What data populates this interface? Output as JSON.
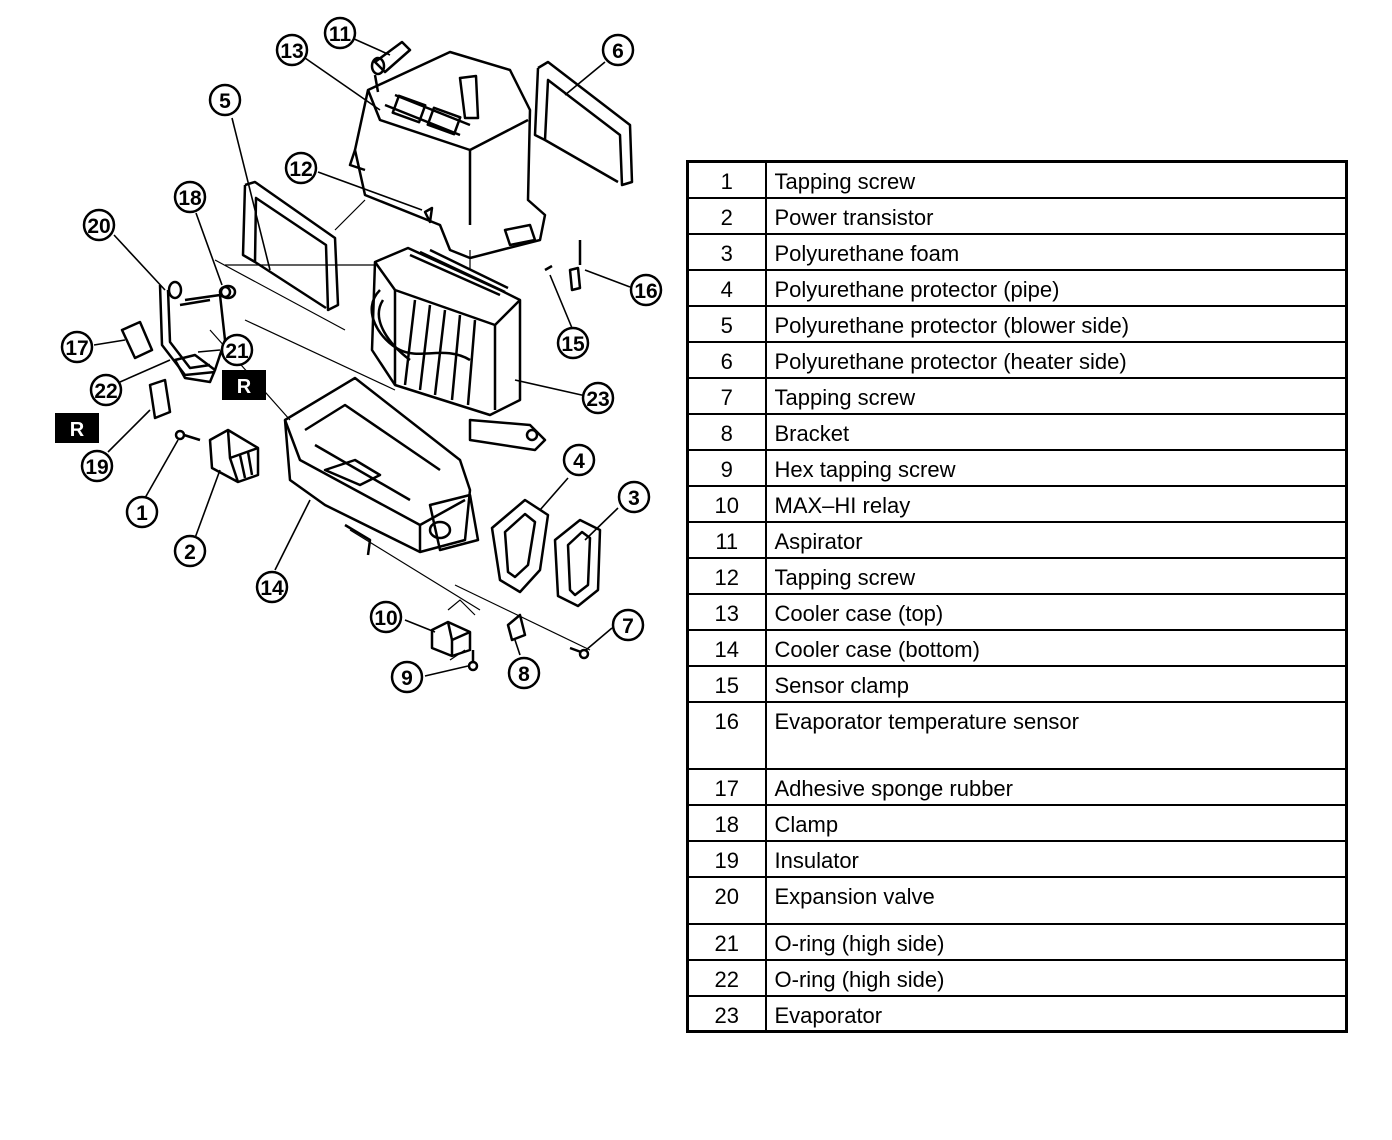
{
  "badge_label": "R",
  "parts": [
    {
      "num": "1",
      "name": "Tapping screw"
    },
    {
      "num": "2",
      "name": "Power transistor"
    },
    {
      "num": "3",
      "name": "Polyurethane foam"
    },
    {
      "num": "4",
      "name": "Polyurethane protector (pipe)"
    },
    {
      "num": "5",
      "name": "Polyurethane protector (blower side)"
    },
    {
      "num": "6",
      "name": "Polyurethane protector (heater side)"
    },
    {
      "num": "7",
      "name": "Tapping screw"
    },
    {
      "num": "8",
      "name": "Bracket"
    },
    {
      "num": "9",
      "name": "Hex tapping screw"
    },
    {
      "num": "10",
      "name": "MAX–HI relay"
    },
    {
      "num": "11",
      "name": "Aspirator"
    },
    {
      "num": "12",
      "name": "Tapping screw"
    },
    {
      "num": "13",
      "name": "Cooler case (top)"
    },
    {
      "num": "14",
      "name": "Cooler case (bottom)"
    },
    {
      "num": "15",
      "name": "Sensor clamp"
    },
    {
      "num": "16",
      "name": "Evaporator temperature sensor"
    },
    {
      "num": "17",
      "name": "Adhesive sponge rubber"
    },
    {
      "num": "18",
      "name": "Clamp"
    },
    {
      "num": "19",
      "name": "Insulator"
    },
    {
      "num": "20",
      "name": "Expansion valve"
    },
    {
      "num": "21",
      "name": "O-ring (high side)"
    },
    {
      "num": "22",
      "name": "O-ring (high side)"
    },
    {
      "num": "23",
      "name": "Evaporator"
    }
  ]
}
